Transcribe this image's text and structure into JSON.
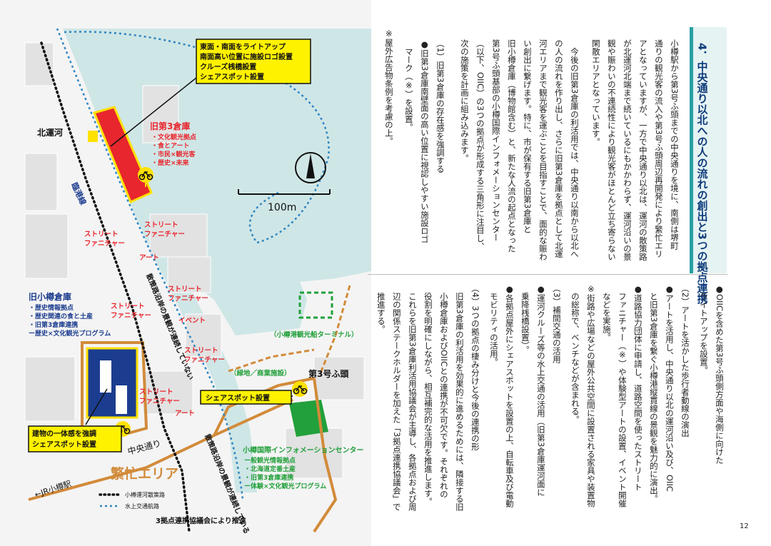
{
  "page_number": "12",
  "heading": "4．中央通り以北への人の流れの創出と3つの拠点連携",
  "top_columns": [
    "小樽駅から第3号ふ頭までの中央通りを境に、南側は堺町",
    "通りの観光客の流入や第3号ふ頭周辺再開発により繁忙エリ",
    "アとなっていますが、一方で中央通り以北は、運河の散策路",
    "が北運河北端まで続いているにもかかわらず、運河沿いの景",
    "観や賑わいの不連続性により観光客がほとんど立ち寄らない",
    "閑散エリアとなっています。",
    "　今後の旧第3倉庫の利活用では、中央通り以南から以北へ",
    "の人の流れを作り出し、さらに旧第3倉庫を拠点として北運",
    "河エリアまで観光客を運ぶことを目指すことで、面的な賑わ",
    "い創出に繋げます。特に、市が保有する旧第3倉庫と",
    "旧小樽倉庫（博物館含む）と、新たな人流の起点となった",
    "第3号ふ頭基部の小樽国際インフォメーションセンター",
    "（以下、OIIC）の3つの拠点が形成する三角形に注目し、",
    "次の施策を計画に組み込みます。",
    "（1）旧第3倉庫の存在感を強調する",
    "●旧第3倉庫南壁面の高い位置に視認しやすい施設ロゴ",
    "　マーク（※）を設置。",
    "※屋外広告物条例を考慮の上。"
  ],
  "bottom_columns": [
    "●OIICを含めた第3号ふ頭側方面や海側に向けた",
    "　ライトアップを設置。",
    "（2）アートを活かした歩行者動線の演出",
    "●アートを活用し、中央通り以北の運河沿い及び、OIIC",
    "　と旧第3倉庫を繋ぐ小樽港縦貫線の景観を魅力的に演出。",
    "●道路協力団体に申請し、道路空間を使ったストリート",
    "　ファニチャー（※）や体験型アートの設置、イベント開催",
    "　などを実施。",
    "※街路や広場などの屋外公共空間に設置される家具や装置物",
    "　の総称で、ベンチなどが含まれる。",
    "（3）補間交通の活用",
    "●運河クルーズ等の水上交通の活用（旧第3倉庫運河面に",
    "　乗降桟橋設置）。",
    "●各拠点屋外にシェアスポットを設置の上、自転車及び電動",
    "　モビリティの活用。",
    "（4）3つの拠点の棲み分けと今後の連携の形",
    "　旧第3倉庫の利活用を効果的に進めるためには、隣接する旧",
    "　小樽倉庫およびOIICとの連携が不可欠です。それぞれの",
    "　役割を明確にしながら、相互補完的な活用を推進します。",
    "　これらを旧第3倉庫利活用協議会が主導し、各拠点および周",
    "　辺の関係ステークホルダーを加えた「3拠点連携協議会」で",
    "　推進する。"
  ],
  "map": {
    "callout_top": [
      "東面・南面をライトアップ",
      "南面高い位置に施設ロゴ設置",
      "クルーズ桟橋設置",
      "シェアスポット設置"
    ],
    "callout_share": "シェアスポット設置",
    "callout_bottom": [
      "建物の一体感を強調",
      "シェアスポット設置"
    ],
    "warehouse3": {
      "title": "旧第3倉庫",
      "items": [
        "・文化観光拠点",
        "・食とアート",
        "・市民×観光客",
        "・歴史×未来"
      ]
    },
    "otaru_warehouse": {
      "title": "旧小樽倉庫",
      "items": [
        "・歴史情報拠点",
        "・歴史関連の食と土産",
        "・旧第3倉庫連携",
        "ー歴史×文化観光プログラム"
      ]
    },
    "oiic": {
      "title": "小樽国際インフォメーションセンター",
      "items": [
        "ー般観光情報拠点",
        "・北海道定番土産",
        "・旧第3倉庫連携",
        "ー体験×文化観光プログラム"
      ]
    },
    "labels": {
      "north_canal": "北運河",
      "rinko": "臨港線",
      "scale": "100m",
      "terminal": "（小樽港観光船ターミナル）",
      "green": "（緑地／商業施設）",
      "pier": "第3号ふ頭",
      "chuo": "中央通り",
      "busy": "繁忙エリア",
      "jr": "←JR小樽駅",
      "path_upper": "散策路沿岸の景観が連続していない",
      "path_lower": "散策路沿岸の景観が連続している",
      "street": "ストリートファニチャー",
      "street1": "ストリート",
      "street2": "ファニチャー",
      "art": "アート",
      "event": "イベント"
    },
    "legend": {
      "walk": "小樽運河散策路",
      "water": "水上交通航路"
    },
    "footer": "3拠点連携協議会により推進"
  },
  "colors": {
    "water": "#cfe6e6",
    "warehouse3": "#e8262d",
    "otaru_warehouse": "#1c3d8f",
    "oiic": "#22a03b",
    "route": "#d28b3a",
    "callout": "#fff200",
    "heading_accent": "#2a9fa3"
  }
}
